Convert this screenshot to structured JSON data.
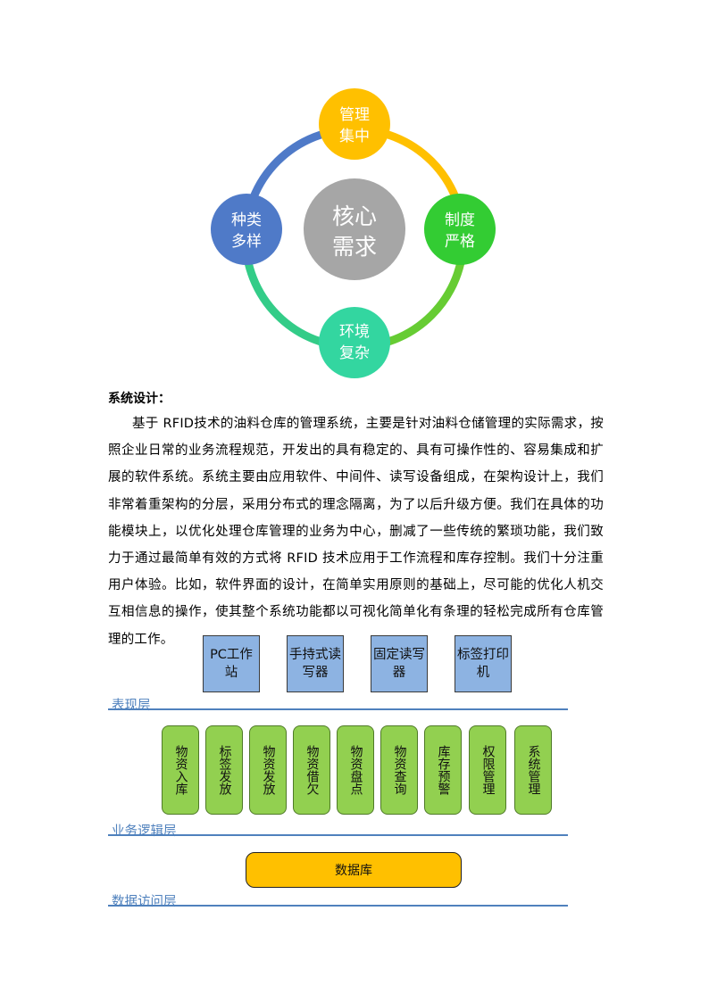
{
  "cycle_diagram": {
    "center": {
      "text": [
        "核心",
        "需求"
      ],
      "color": "#a6a6a6"
    },
    "nodes": [
      {
        "text": [
          "管理",
          "集中"
        ],
        "color": "#ffc000"
      },
      {
        "text": [
          "制度",
          "严格"
        ],
        "color": "#33cc33"
      },
      {
        "text": [
          "环境",
          "复杂"
        ],
        "color": "#33d6a0"
      },
      {
        "text": [
          "种类",
          "多样"
        ],
        "color": "#4f7ac8"
      }
    ],
    "arc_colors": [
      "#ffc000",
      "#66cc33",
      "#33cc88",
      "#4f7ac8"
    ]
  },
  "section_title": "系统设计：",
  "paragraph": "基于 RFID技术的油料仓库的管理系统，主要是针对油料仓储管理的实际需求，按照企业日常的业务流程规范，开发出的具有稳定的、具有可操作性的、容易集成和扩展的软件系统。系统主要由应用软件、中间件、读写设备组成，在架构设计上，我们非常着重架构的分层，采用分布式的理念隔离，为了以后升级方便。我们在具体的功能模块上，以优化处理仓库管理的业务为中心，删减了一些传统的繁琐功能，我们致力于通过最简单有效的方式将 RFID 技术应用于工作流程和库存控制。我们十分注重用户体验。比如，软件界面的设计，在简单实用原则的基础上，尽可能的优化人机交互相信息的操作，使其整个系统功能都以可视化简单化有条理的轻松完成所有仓库管理的工作。",
  "architecture": {
    "presentation_layer": {
      "label": "表现层",
      "boxes": [
        "PC工作站",
        "手持式读写器",
        "固定读写器",
        "标签打印机"
      ]
    },
    "business_layer": {
      "label": "业务逻辑层",
      "boxes": [
        "物资入库",
        "标签发放",
        "物资发放",
        "物资借欠",
        "物资盘点",
        "物资查询",
        "库存预警",
        "权限管理",
        "系统管理"
      ]
    },
    "data_layer": {
      "label": "数据访问层",
      "box": "数据库"
    },
    "colors": {
      "presentation": "#8db3e2",
      "business": "#92d050",
      "database": "#ffc000",
      "layer_line": "#4f81bd"
    }
  }
}
